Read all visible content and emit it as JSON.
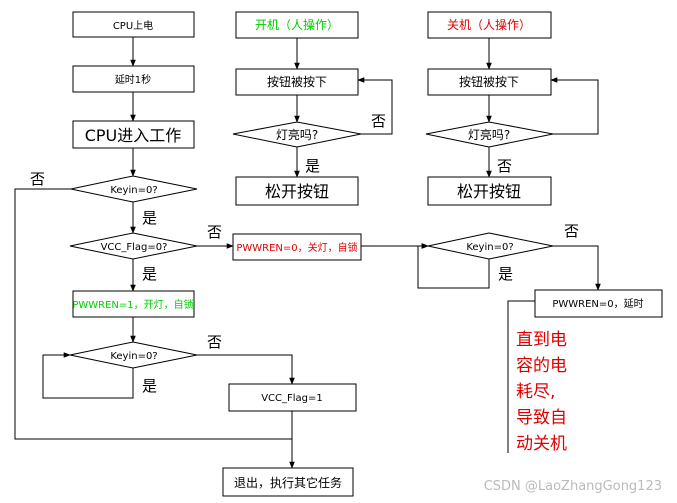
{
  "boxes": {
    "cpu_power": "CPU上电",
    "delay": "延时1秒",
    "cpu_work": "CPU进入工作",
    "pwren1": "PWWREN=1，开灯，自锁",
    "vcc_flag1": "VCC_Flag=1",
    "exit": "退出，执行其它任务",
    "on_title": "开机（人操作）",
    "on_press": "按钮被按下",
    "on_release": "松开按钮",
    "off_title": "关机（人操作）",
    "off_press": "按钮被按下",
    "off_release": "松开按钮",
    "pwren0_off": "PWWREN=0，关灯，自锁",
    "pwren0_delay": "PWWREN=0，延时"
  },
  "decisions": {
    "keyin1": "Keyin=0?",
    "vccflag": "VCC_Flag=0?",
    "keyin2": "Keyin=0?",
    "on_light": "灯亮吗?",
    "off_light": "灯亮吗?",
    "keyin3": "Keyin=0?"
  },
  "labels": {
    "yes": "是",
    "no": "否"
  },
  "note": [
    "直到电",
    "容的电",
    "耗尽,",
    "导致自",
    "动关机"
  ],
  "watermark": "CSDN @LaoZhangGong123",
  "colors": {
    "green": "#00cc00",
    "red": "#e00000"
  }
}
